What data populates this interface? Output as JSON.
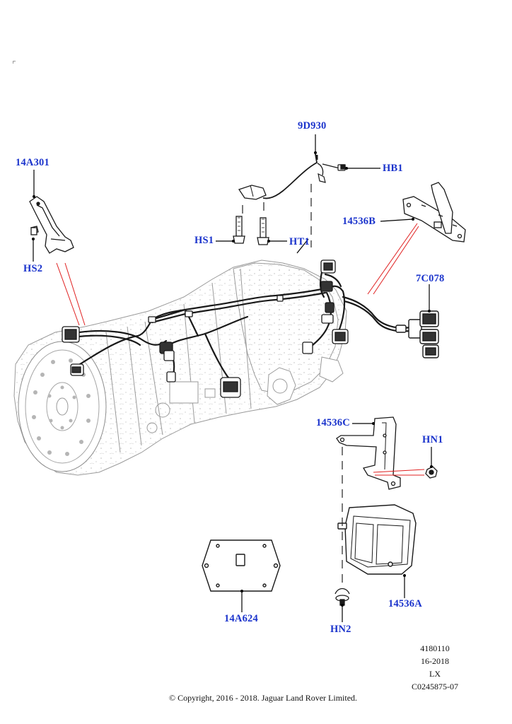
{
  "diagram": {
    "callouts": [
      {
        "id": "14A301",
        "label": "14A301"
      },
      {
        "id": "HS2",
        "label": "HS2"
      },
      {
        "id": "9D930",
        "label": "9D930"
      },
      {
        "id": "HB1",
        "label": "HB1"
      },
      {
        "id": "HS1",
        "label": "HS1"
      },
      {
        "id": "HT1",
        "label": "HT1"
      },
      {
        "id": "14536B",
        "label": "14536B"
      },
      {
        "id": "7C078",
        "label": "7C078"
      },
      {
        "id": "14536C",
        "label": "14536C"
      },
      {
        "id": "HN1",
        "label": "HN1"
      },
      {
        "id": "14A624",
        "label": "14A624"
      },
      {
        "id": "HN2",
        "label": "HN2"
      },
      {
        "id": "14536A",
        "label": "14536A"
      }
    ],
    "colors": {
      "callout_text": "#1a33cc",
      "leader_line": "#000000",
      "reference_line": "#e02020",
      "drawing_stroke": "#1a1a1a",
      "dashed_line": "#222222"
    }
  },
  "reference": {
    "line1": "4180110",
    "line2": "16-2018",
    "line3": "LX",
    "line4": "C0245875-07"
  },
  "copyright": "© Copyright, 2016 - 2018. Jaguar Land Rover Limited."
}
